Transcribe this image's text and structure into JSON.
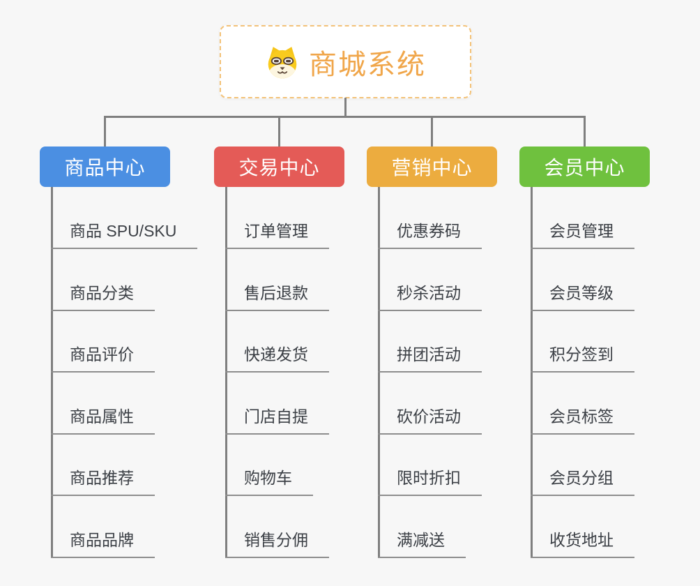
{
  "root": {
    "title": "商城系统",
    "icon": "shiba-dog-face-icon"
  },
  "colors": {
    "background": "#f7f7f7",
    "root_accent": "#f0a64a",
    "root_border": "#f3c278",
    "connector": "#7f7f7f",
    "leaf_underline": "#8d8d8d",
    "leaf_text": "#3b3f45",
    "branch_text": "#ffffff"
  },
  "branches": [
    {
      "label": "商品中心",
      "color": "#4b8fe2",
      "children": [
        "商品 SPU/SKU",
        "商品分类",
        "商品评价",
        "商品属性",
        "商品推荐",
        "商品品牌"
      ]
    },
    {
      "label": "交易中心",
      "color": "#e45b57",
      "children": [
        "订单管理",
        "售后退款",
        "快递发货",
        "门店自提",
        "购物车",
        "销售分佣"
      ]
    },
    {
      "label": "营销中心",
      "color": "#ecac3f",
      "children": [
        "优惠券码",
        "秒杀活动",
        "拼团活动",
        "砍价活动",
        "限时折扣",
        "满减送"
      ]
    },
    {
      "label": "会员中心",
      "color": "#6fc13e",
      "children": [
        "会员管理",
        "会员等级",
        "积分签到",
        "会员标签",
        "会员分组",
        "收货地址"
      ]
    }
  ]
}
